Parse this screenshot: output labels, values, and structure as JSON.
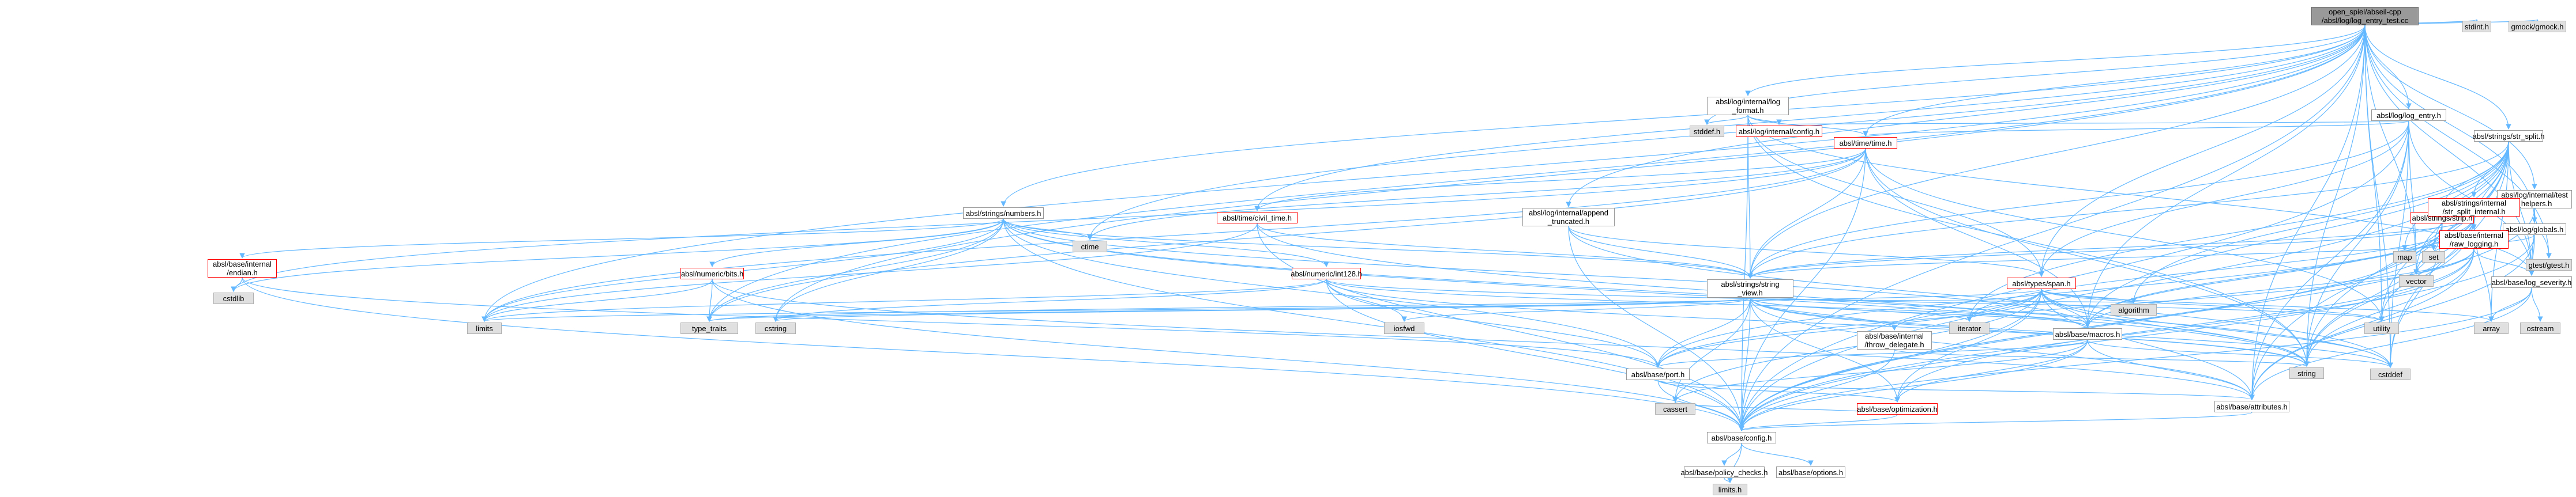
{
  "graph": {
    "edge_color": "#63b8ff",
    "nodes": {
      "root": "open_spiel/abseil-cpp\n/absl/log/log_entry_test.cc",
      "log_format": "absl/log/internal/log\n_format.h",
      "log_entry": "absl/log/log_entry.h",
      "str_split": "absl/strings/str_split.h",
      "test_helpers": "absl/log/internal/test\n_helpers.h",
      "globals": "absl/log/globals.h",
      "numbers": "absl/strings/numbers.h",
      "stddef": "stddef.h",
      "log_config": "absl/log/internal/config.h",
      "time": "absl/time/time.h",
      "civil_time": "absl/time/civil_time.h",
      "append_truncated": "absl/log/internal/append\n_truncated.h",
      "strip": "absl/strings/strip.h",
      "str_split_internal": "absl/strings/internal\n/str_split_internal.h",
      "raw_logging": "absl/base/internal\n/raw_logging.h",
      "endian": "absl/base/internal\n/endian.h",
      "bits": "absl/numeric/bits.h",
      "int128": "absl/numeric/int128.h",
      "string_view": "absl/strings/string\n_view.h",
      "span": "absl/types/span.h",
      "log_severity": "absl/base/log_severity.h",
      "throw_delegate": "absl/base/internal\n/throw_delegate.h",
      "macros": "absl/base/macros.h",
      "port": "absl/base/port.h",
      "optimization": "absl/base/optimization.h",
      "attributes": "absl/base/attributes.h",
      "config": "absl/base/config.h",
      "policy_checks": "absl/base/policy_checks.h",
      "options": "absl/base/options.h",
      "limits_h": "limits.h",
      "stdint": "stdint.h",
      "gmock": "gmock/gmock.h",
      "gtest": "gtest/gtest.h",
      "map": "map",
      "set": "set",
      "vector": "vector",
      "ctime": "ctime",
      "cstdlib": "cstdlib",
      "limits": "limits",
      "type_traits": "type_traits",
      "cstring": "cstring",
      "iosfwd": "iosfwd",
      "iterator": "iterator",
      "algorithm": "algorithm",
      "utility": "utility",
      "array": "array",
      "ostream": "ostream",
      "cassert": "cassert",
      "string": "string",
      "cstddef": "cstddef"
    },
    "edges": [
      [
        "root",
        "log_format"
      ],
      [
        "root",
        "log_entry"
      ],
      [
        "root",
        "str_split"
      ],
      [
        "root",
        "test_helpers"
      ],
      [
        "root",
        "globals"
      ],
      [
        "root",
        "numbers"
      ],
      [
        "root",
        "stddef"
      ],
      [
        "root",
        "time"
      ],
      [
        "root",
        "civil_time"
      ],
      [
        "root",
        "append_truncated"
      ],
      [
        "root",
        "string_view"
      ],
      [
        "root",
        "span"
      ],
      [
        "root",
        "log_severity"
      ],
      [
        "root",
        "macros"
      ],
      [
        "root",
        "attributes"
      ],
      [
        "root",
        "config"
      ],
      [
        "root",
        "stdint"
      ],
      [
        "root",
        "gmock"
      ],
      [
        "root",
        "gtest"
      ],
      [
        "root",
        "limits"
      ],
      [
        "root",
        "type_traits"
      ],
      [
        "root",
        "cstring"
      ],
      [
        "root",
        "vector"
      ],
      [
        "root",
        "string"
      ],
      [
        "root",
        "utility"
      ],
      [
        "root",
        "cstddef"
      ],
      [
        "root",
        "ctime"
      ],
      [
        "log_format",
        "stddef"
      ],
      [
        "log_format",
        "log_config"
      ],
      [
        "log_format",
        "time"
      ],
      [
        "log_format",
        "string_view"
      ],
      [
        "log_format",
        "span"
      ],
      [
        "log_format",
        "log_severity"
      ],
      [
        "log_format",
        "config"
      ],
      [
        "log_format",
        "string"
      ],
      [
        "log_entry",
        "log_config"
      ],
      [
        "log_entry",
        "time"
      ],
      [
        "log_entry",
        "string_view"
      ],
      [
        "log_entry",
        "span"
      ],
      [
        "log_entry",
        "log_severity"
      ],
      [
        "log_entry",
        "attributes"
      ],
      [
        "log_entry",
        "config"
      ],
      [
        "log_entry",
        "string"
      ],
      [
        "log_entry",
        "cstddef"
      ],
      [
        "log_entry",
        "vector"
      ],
      [
        "str_split",
        "strip"
      ],
      [
        "str_split",
        "str_split_internal"
      ],
      [
        "str_split",
        "raw_logging"
      ],
      [
        "str_split",
        "string_view"
      ],
      [
        "str_split",
        "macros"
      ],
      [
        "str_split",
        "map"
      ],
      [
        "str_split",
        "set"
      ],
      [
        "str_split",
        "vector"
      ],
      [
        "str_split",
        "algorithm"
      ],
      [
        "str_split",
        "iterator"
      ],
      [
        "str_split",
        "utility"
      ],
      [
        "str_split",
        "string"
      ],
      [
        "str_split",
        "cstddef"
      ],
      [
        "str_split",
        "array"
      ],
      [
        "str_split",
        "config"
      ],
      [
        "str_split",
        "attributes"
      ],
      [
        "str_split",
        "log_severity"
      ],
      [
        "test_helpers",
        "globals"
      ],
      [
        "test_helpers",
        "log_severity"
      ],
      [
        "test_helpers",
        "gtest"
      ],
      [
        "test_helpers",
        "config"
      ],
      [
        "globals",
        "log_severity"
      ],
      [
        "globals",
        "string_view"
      ],
      [
        "globals",
        "config"
      ],
      [
        "globals",
        "attributes"
      ],
      [
        "numbers",
        "endian"
      ],
      [
        "numbers",
        "bits"
      ],
      [
        "numbers",
        "int128"
      ],
      [
        "numbers",
        "string_view"
      ],
      [
        "numbers",
        "macros"
      ],
      [
        "numbers",
        "port"
      ],
      [
        "numbers",
        "config"
      ],
      [
        "numbers",
        "limits"
      ],
      [
        "numbers",
        "type_traits"
      ],
      [
        "numbers",
        "cstring"
      ],
      [
        "numbers",
        "ctime"
      ],
      [
        "numbers",
        "string"
      ],
      [
        "numbers",
        "cstdlib"
      ],
      [
        "numbers",
        "cstddef"
      ],
      [
        "time",
        "civil_time"
      ],
      [
        "time",
        "string_view"
      ],
      [
        "time",
        "macros"
      ],
      [
        "time",
        "config"
      ],
      [
        "time",
        "limits"
      ],
      [
        "time",
        "type_traits"
      ],
      [
        "time",
        "string"
      ],
      [
        "time",
        "utility"
      ],
      [
        "time",
        "cstdlib"
      ],
      [
        "time",
        "ctime"
      ],
      [
        "civil_time",
        "string_view"
      ],
      [
        "civil_time",
        "config"
      ],
      [
        "civil_time",
        "limits"
      ],
      [
        "civil_time",
        "string"
      ],
      [
        "append_truncated",
        "string_view"
      ],
      [
        "append_truncated",
        "span"
      ],
      [
        "append_truncated",
        "config"
      ],
      [
        "append_truncated",
        "cstddef"
      ],
      [
        "strip",
        "string_view"
      ],
      [
        "strip",
        "macros"
      ],
      [
        "strip",
        "config"
      ],
      [
        "strip",
        "cstddef"
      ],
      [
        "strip",
        "string"
      ],
      [
        "str_split_internal",
        "string_view"
      ],
      [
        "str_split_internal",
        "macros"
      ],
      [
        "str_split_internal",
        "port"
      ],
      [
        "str_split_internal",
        "config"
      ],
      [
        "str_split_internal",
        "array"
      ],
      [
        "str_split_internal",
        "vector"
      ],
      [
        "str_split_internal",
        "iterator"
      ],
      [
        "str_split_internal",
        "string"
      ],
      [
        "str_split_internal",
        "utility"
      ],
      [
        "raw_logging",
        "log_severity"
      ],
      [
        "raw_logging",
        "macros"
      ],
      [
        "raw_logging",
        "optimization"
      ],
      [
        "raw_logging",
        "port"
      ],
      [
        "raw_logging",
        "attributes"
      ],
      [
        "raw_logging",
        "config"
      ],
      [
        "raw_logging",
        "string"
      ],
      [
        "endian",
        "port"
      ],
      [
        "endian",
        "config"
      ],
      [
        "endian",
        "cstdlib"
      ],
      [
        "bits",
        "attributes"
      ],
      [
        "bits",
        "config"
      ],
      [
        "bits",
        "limits"
      ],
      [
        "bits",
        "type_traits"
      ],
      [
        "int128",
        "macros"
      ],
      [
        "int128",
        "port"
      ],
      [
        "int128",
        "config"
      ],
      [
        "int128",
        "limits"
      ],
      [
        "int128",
        "cstring"
      ],
      [
        "int128",
        "iosfwd"
      ],
      [
        "int128",
        "string"
      ],
      [
        "int128",
        "utility"
      ],
      [
        "string_view",
        "throw_delegate"
      ],
      [
        "string_view",
        "macros"
      ],
      [
        "string_view",
        "port"
      ],
      [
        "string_view",
        "optimization"
      ],
      [
        "string_view",
        "attributes"
      ],
      [
        "string_view",
        "config"
      ],
      [
        "string_view",
        "algorithm"
      ],
      [
        "string_view",
        "cassert"
      ],
      [
        "string_view",
        "cstddef"
      ],
      [
        "string_view",
        "cstring"
      ],
      [
        "string_view",
        "iosfwd"
      ],
      [
        "string_view",
        "iterator"
      ],
      [
        "string_view",
        "limits"
      ],
      [
        "string_view",
        "string"
      ],
      [
        "string_view",
        "type_traits"
      ],
      [
        "span",
        "throw_delegate"
      ],
      [
        "span",
        "macros"
      ],
      [
        "span",
        "port"
      ],
      [
        "span",
        "optimization"
      ],
      [
        "span",
        "attributes"
      ],
      [
        "span",
        "config"
      ],
      [
        "span",
        "algorithm"
      ],
      [
        "span",
        "cassert"
      ],
      [
        "span",
        "cstddef"
      ],
      [
        "span",
        "iterator"
      ],
      [
        "span",
        "string"
      ],
      [
        "span",
        "type_traits"
      ],
      [
        "span",
        "utility"
      ],
      [
        "span",
        "array"
      ],
      [
        "log_severity",
        "attributes"
      ],
      [
        "log_severity",
        "config"
      ],
      [
        "log_severity",
        "array"
      ],
      [
        "log_severity",
        "ostream"
      ],
      [
        "throw_delegate",
        "config"
      ],
      [
        "throw_delegate",
        "string"
      ],
      [
        "macros",
        "attributes"
      ],
      [
        "macros",
        "config"
      ],
      [
        "macros",
        "optimization"
      ],
      [
        "macros",
        "port"
      ],
      [
        "macros",
        "cassert"
      ],
      [
        "macros",
        "cstddef"
      ],
      [
        "port",
        "attributes"
      ],
      [
        "port",
        "config"
      ],
      [
        "port",
        "optimization"
      ],
      [
        "optimization",
        "config"
      ],
      [
        "optimization",
        "cassert"
      ],
      [
        "attributes",
        "config"
      ],
      [
        "config",
        "policy_checks"
      ],
      [
        "config",
        "options"
      ],
      [
        "config",
        "limits_h"
      ],
      [
        "policy_checks",
        "limits_h"
      ]
    ]
  }
}
